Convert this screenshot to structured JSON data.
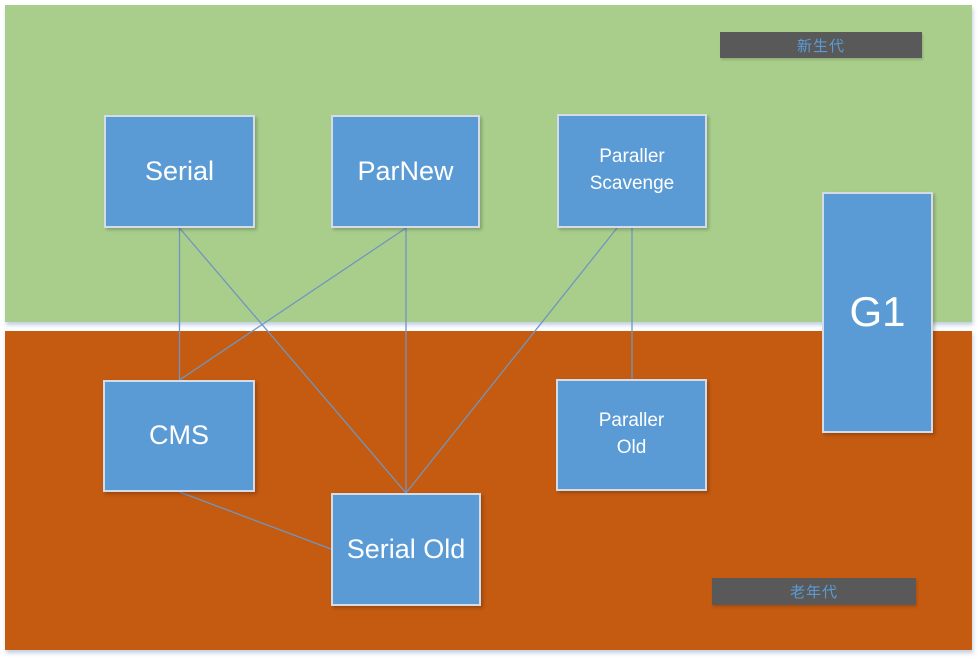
{
  "labels": {
    "young_gen": "新生代",
    "old_gen": "老年代"
  },
  "nodes": {
    "serial": {
      "label": "Serial",
      "region": "young"
    },
    "parnew": {
      "label": "ParNew",
      "region": "young"
    },
    "parallel_scavenge": {
      "label": "Paraller Scavenge",
      "region": "young"
    },
    "g1": {
      "label": "G1",
      "region": "both"
    },
    "cms": {
      "label": "CMS",
      "region": "old"
    },
    "parallel_old": {
      "label": "Paraller Old",
      "region": "old"
    },
    "serial_old": {
      "label": "Serial Old",
      "region": "old"
    }
  },
  "edges": [
    {
      "from": "serial",
      "to": "cms"
    },
    {
      "from": "serial",
      "to": "serial_old"
    },
    {
      "from": "parnew",
      "to": "cms"
    },
    {
      "from": "parnew",
      "to": "serial_old"
    },
    {
      "from": "parallel_scavenge",
      "to": "serial_old"
    },
    {
      "from": "parallel_scavenge",
      "to": "parallel_old"
    },
    {
      "from": "cms",
      "to": "serial_old"
    }
  ],
  "colors": {
    "page_bg": "#FFFFFF",
    "young_bg": "#A9CE8C",
    "old_bg": "#C55A11",
    "node_bg": "#5B9BD5",
    "node_border": "#D6DCE5",
    "node_text": "#FFFFFF",
    "label_box_bg": "#595959",
    "label_text": "#5B9BD5",
    "connector": "#7096C0"
  }
}
